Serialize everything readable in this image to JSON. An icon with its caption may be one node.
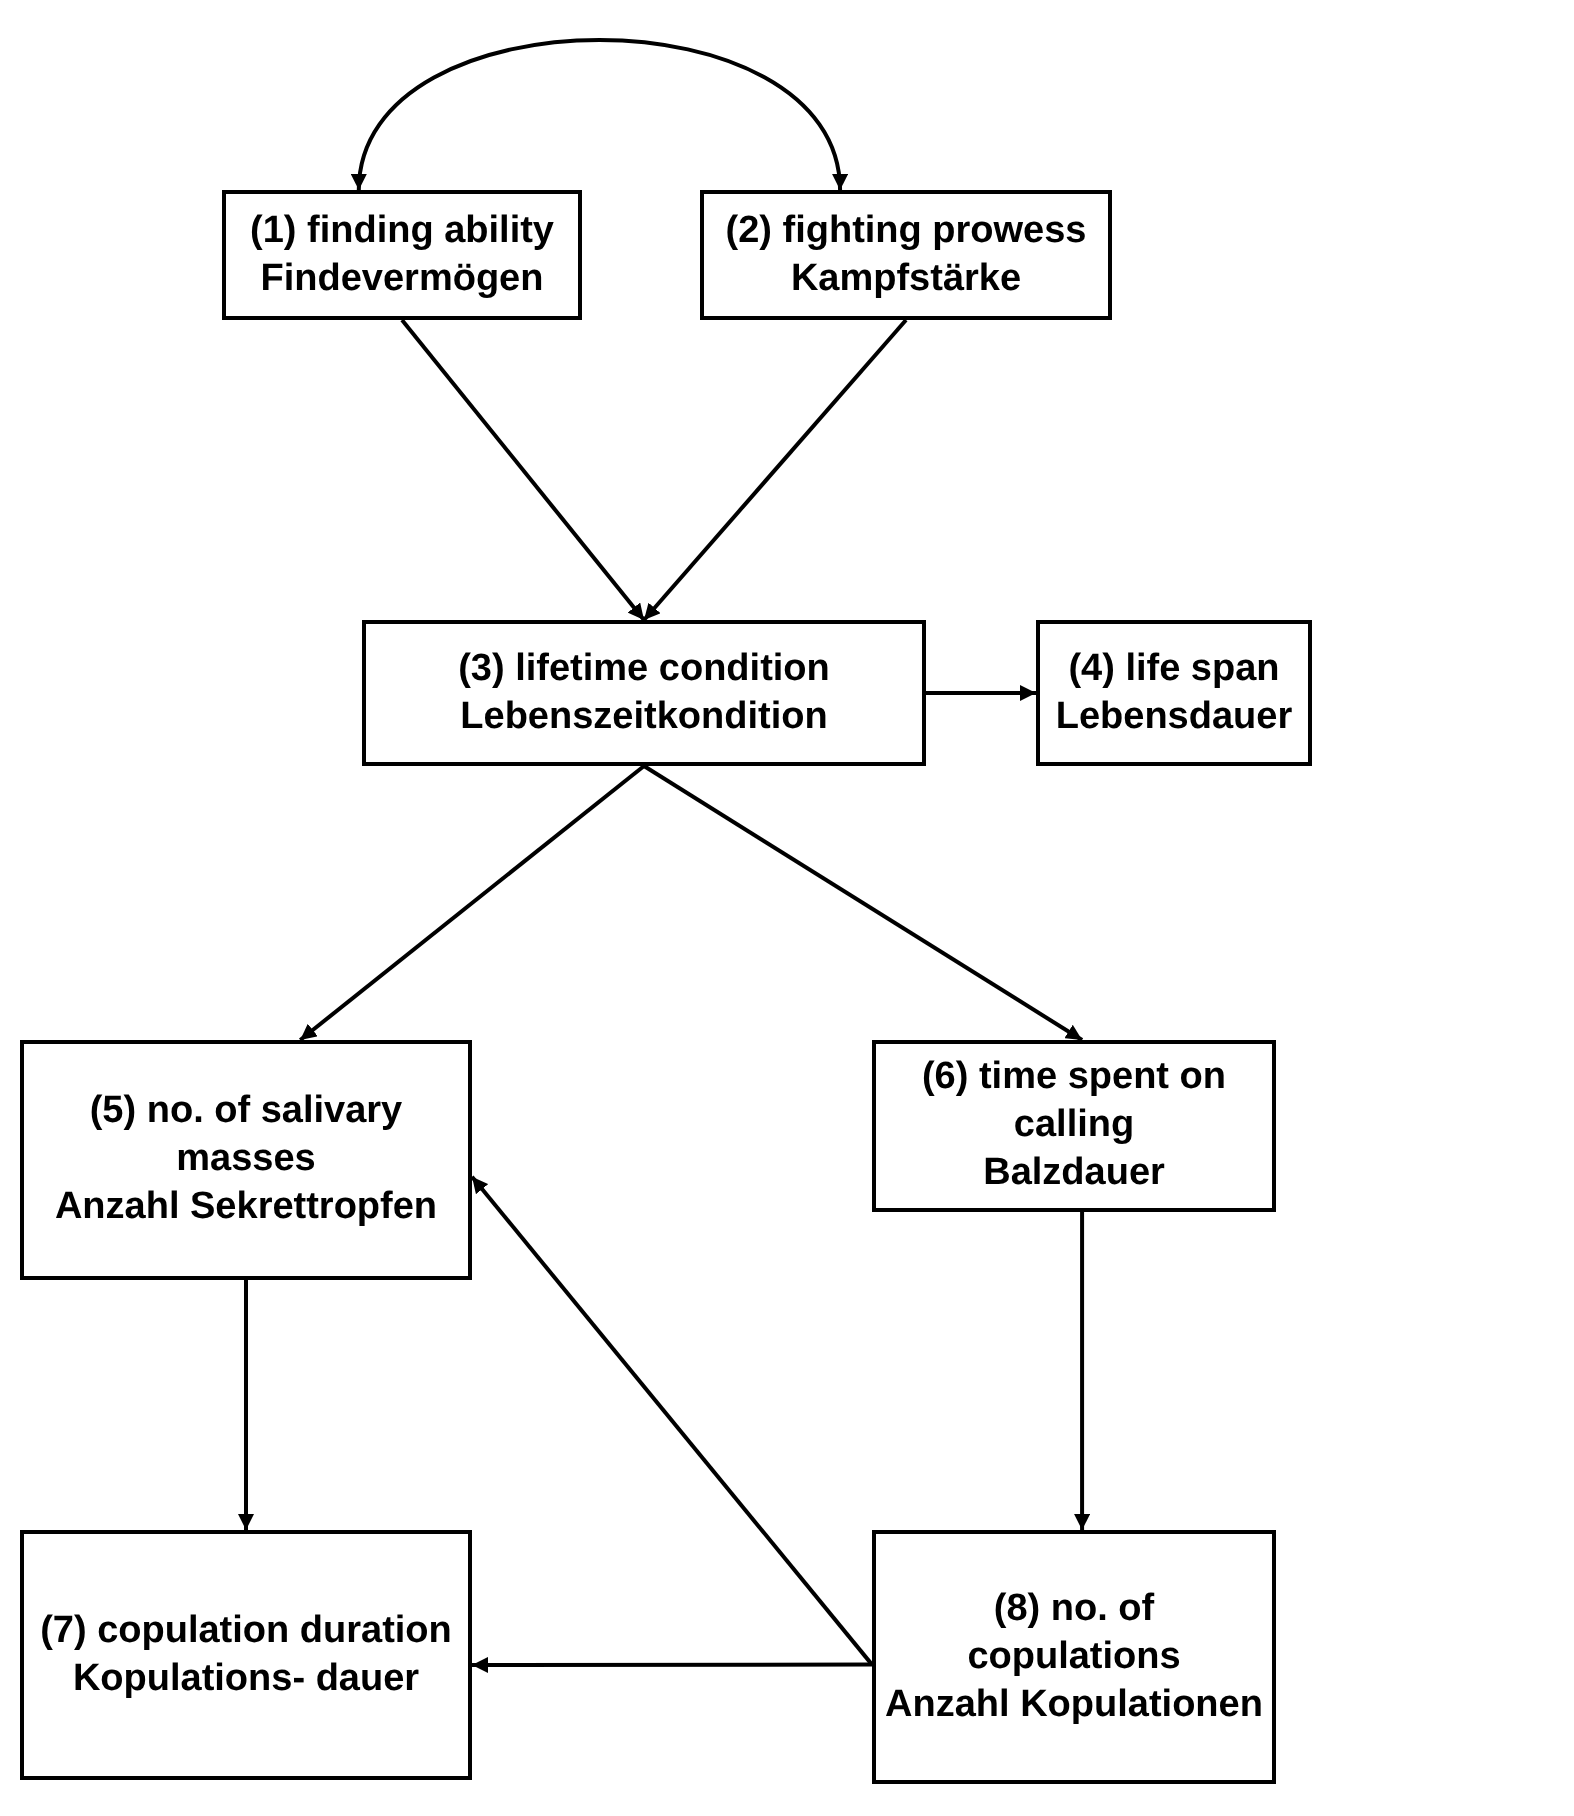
{
  "diagram": {
    "nodes": [
      {
        "text": [
          "(1) finding ability",
          "Findevermögen"
        ]
      },
      {
        "text": [
          "(2) fighting prowess",
          "Kampfstärke"
        ]
      },
      {
        "text": [
          "(3) lifetime condition",
          "Lebenszeitkondition"
        ]
      },
      {
        "text": [
          "(4) life span",
          "Lebensdauer"
        ]
      },
      {
        "text": [
          "(5) no. of salivary masses",
          "Anzahl Sekrettropfen"
        ]
      },
      {
        "text": [
          "(6) time spent on calling",
          "Balzdauer"
        ]
      },
      {
        "text": [
          "(7) copulation duration",
          "Kopulations- dauer"
        ]
      },
      {
        "text": [
          "(8) no. of copulations",
          "Anzahl Kopulationen"
        ]
      }
    ],
    "edges": [
      {
        "from": 0,
        "to": 1,
        "arrow": "both"
      },
      {
        "from": 0,
        "to": 2,
        "arrow": "to"
      },
      {
        "from": 1,
        "to": 2,
        "arrow": "to"
      },
      {
        "from": 2,
        "to": 3,
        "arrow": "to"
      },
      {
        "from": 2,
        "to": 4,
        "arrow": "to"
      },
      {
        "from": 2,
        "to": 5,
        "arrow": "to"
      },
      {
        "from": 4,
        "to": 6,
        "arrow": "to"
      },
      {
        "from": 5,
        "to": 7,
        "arrow": "to"
      },
      {
        "from": 7,
        "to": 4,
        "arrow": "to"
      },
      {
        "from": 7,
        "to": 6,
        "arrow": "to"
      }
    ]
  }
}
